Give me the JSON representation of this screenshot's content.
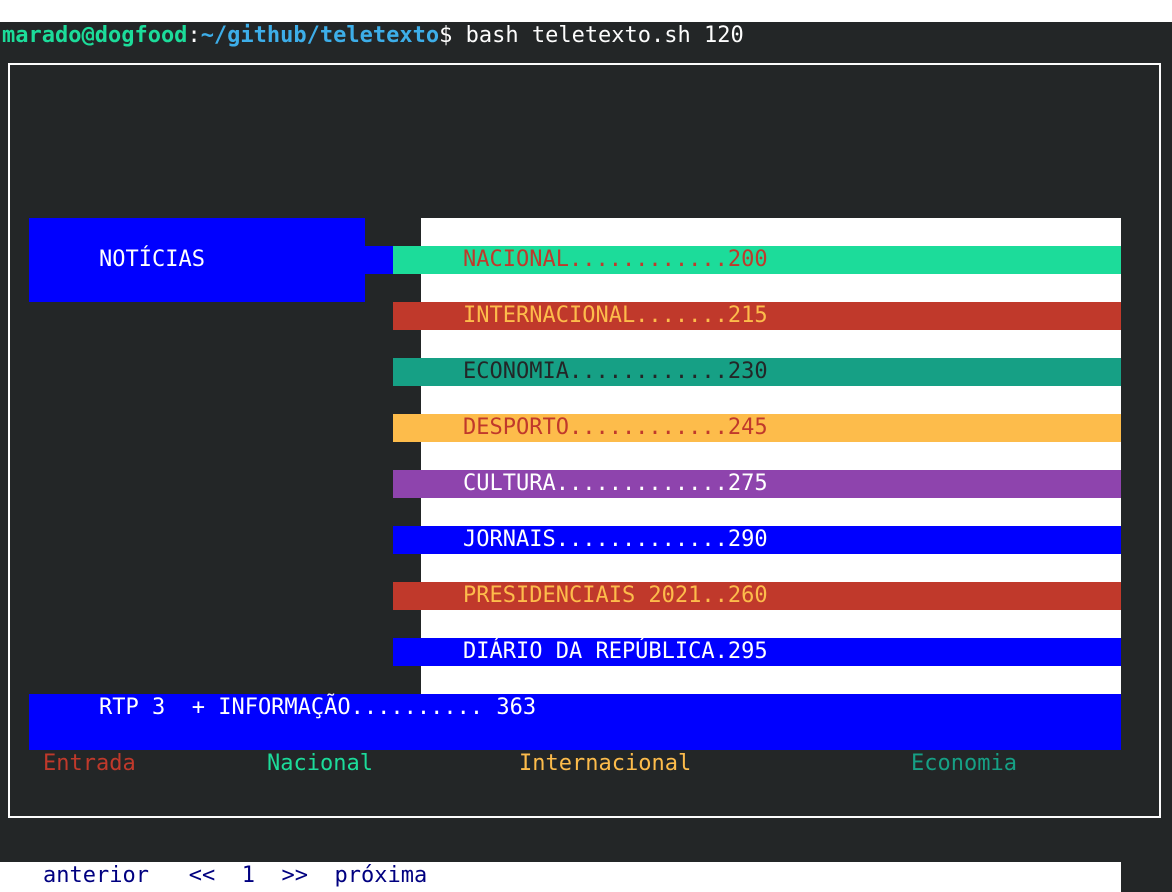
{
  "terminal": {
    "user_host": "marado@dogfood",
    "separator": ":",
    "path": "~/github/teletexto",
    "prompt_symbol": "$ ",
    "command": "bash teletexto.sh 120"
  },
  "teletext": {
    "section_title": "NOTÍCIAS",
    "menu_items": [
      {
        "label": "NACIONAL............200",
        "bg": "#1cdc9a",
        "fg": "#c0392b"
      },
      {
        "label": "INTERNACIONAL.......215",
        "bg": "#c0392b",
        "fg": "#fdbc4b"
      },
      {
        "label": "ECONOMIA............230",
        "bg": "#16a085",
        "fg": "#232627"
      },
      {
        "label": "DESPORTO............245",
        "bg": "#fdbc4b",
        "fg": "#c0392b"
      },
      {
        "label": "CULTURA.............275",
        "bg": "#8e44ad",
        "fg": "#ffffff"
      },
      {
        "label": "JORNAIS.............290",
        "bg": "#0000ff",
        "fg": "#ffffff"
      },
      {
        "label": "PRESIDENCIAIS 2021..260",
        "bg": "#c0392b",
        "fg": "#fdbc4b"
      },
      {
        "label": "DIÁRIO DA REPÚBLICA.295",
        "bg": "#0000ff",
        "fg": "#ffffff"
      }
    ],
    "rtp_line": "RTP 3  + INFORMAÇÃO.......... 363",
    "nav_links": [
      {
        "label": "Entrada",
        "color": "#c0392b"
      },
      {
        "label": "Nacional",
        "color": "#1cdc9a"
      },
      {
        "label": "Internacional",
        "color": "#fdbc4b"
      },
      {
        "label": "Economia",
        "color": "#16a085"
      }
    ]
  },
  "pager": {
    "previous": "anterior",
    "prev_arrows": "<<",
    "page": "1",
    "next_arrows": ">>",
    "next": "próxima"
  }
}
